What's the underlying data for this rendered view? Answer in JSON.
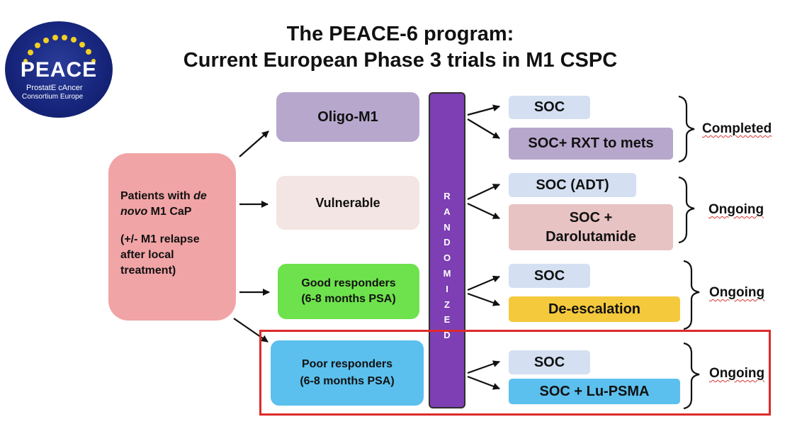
{
  "title": {
    "line1": "The PEACE-6 program:",
    "line2": "Current European Phase 3 trials in M1 CSPC"
  },
  "logo": {
    "word": "PEACE",
    "tagline": "ProstatE cAncer",
    "tagline2": "Consortium   Europe"
  },
  "population": {
    "line_a": "Patients with ",
    "line_a_italic": "de novo",
    "line_b": " M1 CaP",
    "note": "(+/- M1 relapse after local treatment)"
  },
  "subgroups": [
    {
      "label": "Oligo-M1"
    },
    {
      "label": "Vulnerable"
    },
    {
      "line1": "Good responders",
      "line2": "(6-8 months PSA)"
    },
    {
      "line1": "Poor responders",
      "line2": "(6-8 months PSA)"
    }
  ],
  "randomized_letters": [
    "R",
    "A",
    "N",
    "D",
    "O",
    "M",
    "I",
    "Z",
    "E",
    "D"
  ],
  "arms": [
    {
      "label": "SOC"
    },
    {
      "label": "SOC+ RXT to mets"
    },
    {
      "label": "SOC (ADT)"
    },
    {
      "line1": "SOC +",
      "line2": "Darolutamide"
    },
    {
      "label": "SOC"
    },
    {
      "label": "De-escalation"
    },
    {
      "label": "SOC"
    },
    {
      "label": "SOC + Lu-PSMA"
    }
  ],
  "statuses": [
    "Completed",
    "Ongoing",
    "Ongoing",
    "Ongoing"
  ],
  "colors": {
    "population": "#f1a4a6",
    "oligo": "#b7a7cc",
    "vulnerable": "#f3e5e3",
    "good": "#6ee24c",
    "poor": "#5bc0ee",
    "randomized": "#7d3fb3",
    "soc": "#d4e0f2",
    "darolutamide": "#e8c3c3",
    "de_escalation": "#f4c93c",
    "highlight": "#dd2a2a"
  }
}
